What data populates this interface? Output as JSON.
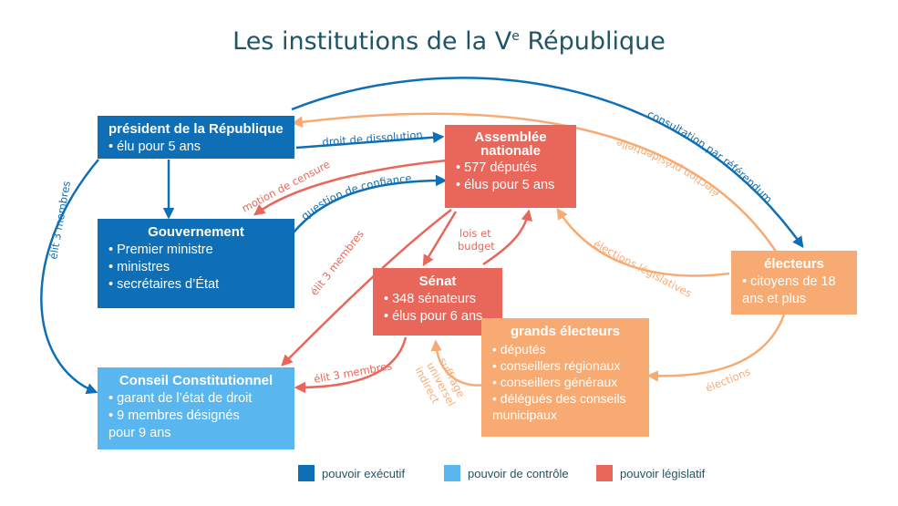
{
  "title": {
    "main": "Les institutions de la V",
    "sup": "e",
    "rest": " République"
  },
  "colors": {
    "executif": "#0f6fb6",
    "controle": "#5ab6ee",
    "legislatif": "#e8675a",
    "electeurs": "#f7ab73"
  },
  "boxes": {
    "president": {
      "title": "président de la République",
      "items": [
        "élu pour 5 ans"
      ]
    },
    "gouvernement": {
      "title": "Gouvernement",
      "items": [
        "Premier ministre",
        "ministres",
        "secrétaires d’État"
      ]
    },
    "conseil": {
      "title": "Conseil Constitutionnel",
      "items": [
        "garant de l’état de droit",
        "9 membres désignés pour 9 ans"
      ]
    },
    "assemblee": {
      "title_line1": "Assemblée",
      "title_line2": "nationale",
      "items": [
        "577 députés",
        "élus pour 5 ans"
      ]
    },
    "senat": {
      "title": "Sénat",
      "items": [
        "348 sénateurs",
        "élus pour 6 ans"
      ]
    },
    "grands_electeurs": {
      "title": "grands électeurs",
      "items": [
        "députés",
        "conseillers régionaux",
        "conseillers généraux",
        "délégués des conseils municipaux"
      ]
    },
    "electeurs": {
      "title": "électeurs",
      "items": [
        "citoyens de 18 ans et plus"
      ]
    }
  },
  "labels": {
    "referendum": "consultation par référendum",
    "presidentielle": "élection présidentielle",
    "dissolution": "droit de dissolution",
    "censure": "motion de censure",
    "confiance": "question de confiance",
    "elit_president": "élit 3 membres",
    "elit_assemblee": "élit 3 membres",
    "elit_senat": "élit 3 membres",
    "lois_1": "lois et",
    "lois_2": "budget",
    "legislatives": "élections législatives",
    "elections": "élections",
    "suffrage_1": "suffrage",
    "suffrage_2": "universel",
    "suffrage_3": "indirect"
  },
  "legend": [
    {
      "label": "pouvoir exécutif",
      "color": "#0f6fb6"
    },
    {
      "label": "pouvoir de contrôle",
      "color": "#5ab6ee"
    },
    {
      "label": "pouvoir législatif",
      "color": "#e8675a"
    }
  ]
}
